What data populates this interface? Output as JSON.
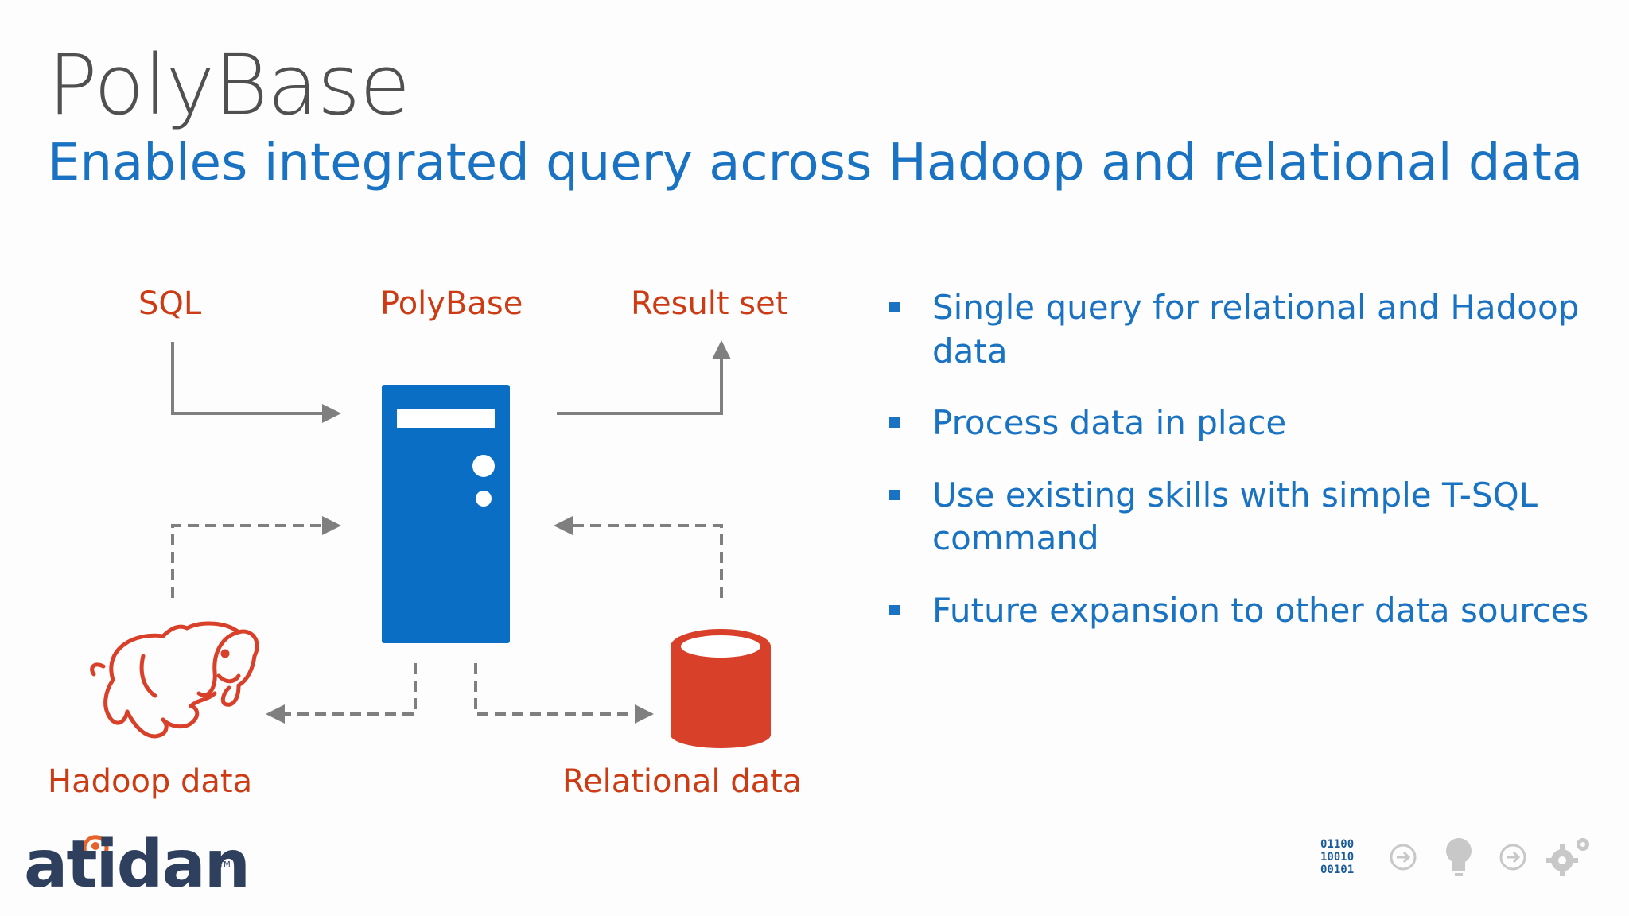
{
  "header": {
    "title": "PolyBase",
    "subtitle": "Enables integrated query across Hadoop and relational data"
  },
  "diagram": {
    "sql_label": "SQL",
    "polybase_label": "PolyBase",
    "result_label": "Result set",
    "hadoop_label": "Hadoop data",
    "relational_label": "Relational data"
  },
  "bullets": {
    "b1": "Single query for relational and Hadoop data",
    "b2": "Process data in place",
    "b3": "Use existing skills with simple T-SQL command",
    "b4": "Future expansion to other data sources"
  },
  "logo": {
    "text": "atidan",
    "tm": "TM"
  },
  "footer": {
    "binary": [
      "01100",
      "10010",
      "00101"
    ]
  },
  "colors": {
    "accent_blue": "#1a73c2",
    "server_blue": "#0a6ec4",
    "orange_red": "#cc3b13",
    "db_red": "#d9402a",
    "arrow_gray": "#7f7f7f"
  }
}
